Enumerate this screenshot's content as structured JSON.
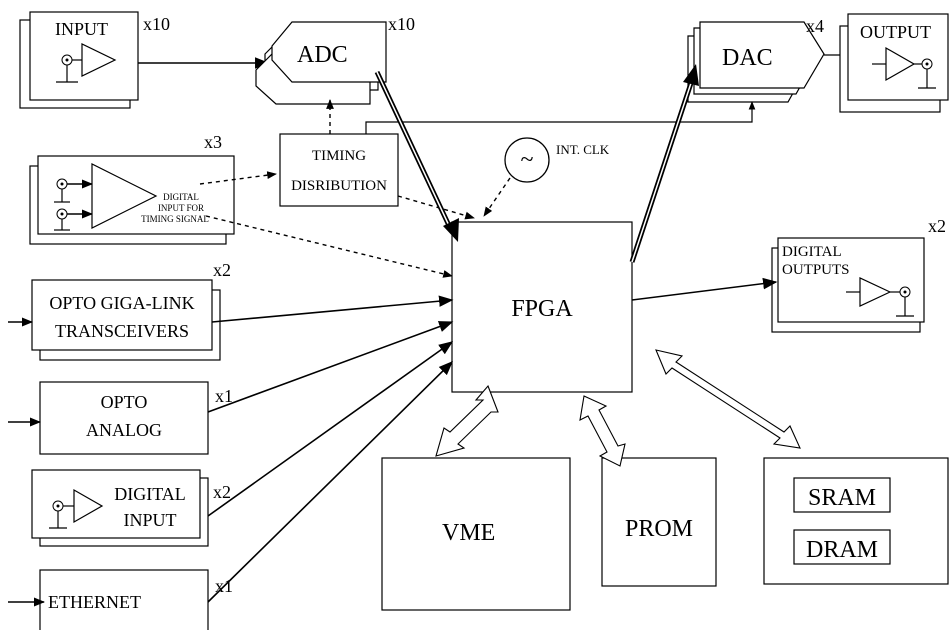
{
  "blocks": {
    "input": {
      "label": "INPUT",
      "mult": "x10"
    },
    "adc": {
      "label": "ADC",
      "mult": "x10"
    },
    "dac": {
      "label": "DAC",
      "mult": "x4"
    },
    "output": {
      "label": "OUTPUT"
    },
    "timing": {
      "line1": "TIMING",
      "line2": "DISRIBUTION"
    },
    "digital_timing": {
      "mult": "x3",
      "line1": "DIGITAL",
      "line2": "INPUT FOR",
      "line3": "TIMING SIGNAL"
    },
    "int_clk": {
      "label": "INT. CLK",
      "symbol": "~"
    },
    "fpga": {
      "label": "FPGA"
    },
    "digital_outputs": {
      "mult": "x2",
      "line1": "DIGITAL",
      "line2": "OUTPUTS"
    },
    "opto_giga": {
      "mult": "x2",
      "line1": "OPTO GIGA-LINK",
      "line2": "TRANSCEIVERS"
    },
    "opto_analog": {
      "mult": "x1",
      "line1": "OPTO",
      "line2": "ANALOG"
    },
    "digital_input": {
      "mult": "x2",
      "line1": "DIGITAL",
      "line2": "INPUT"
    },
    "ethernet": {
      "mult": "x1",
      "label": "ETHERNET"
    },
    "vme": {
      "label": "VME"
    },
    "prom": {
      "label": "PROM"
    },
    "sram": {
      "label": "SRAM"
    },
    "dram": {
      "label": "DRAM"
    }
  }
}
